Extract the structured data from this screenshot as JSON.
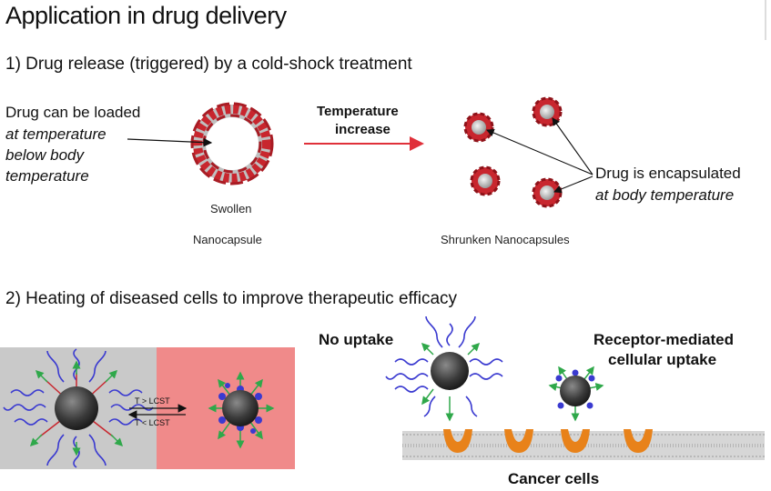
{
  "page_title": "Application in drug delivery",
  "section1": {
    "heading": "1) Drug release (triggered) by a cold-shock treatment",
    "left_note": {
      "line1": "Drug can be loaded",
      "line2": "at temperature",
      "line3": "below body",
      "line4": "temperature"
    },
    "arrow_label": {
      "line1": "Temperature",
      "line2": "increase"
    },
    "swollen_label": {
      "line1": "Swollen",
      "line2": "Nanocapsule"
    },
    "right_note": {
      "line1": "Drug is encapsulated",
      "line2": "at body temperature"
    },
    "shrunken_label": "Shrunken Nanocapsules"
  },
  "section2": {
    "heading": "2) Heating of diseased cells to improve therapeutic efficacy",
    "transition": {
      "forward": "T > LCST",
      "backward": "T < LCST"
    },
    "no_uptake": "No uptake",
    "receptor_label": {
      "line1": "Receptor-mediated",
      "line2": "cellular uptake"
    },
    "cancer_cells": "Cancer cells"
  },
  "colors": {
    "capsule_red": "#c8262e",
    "arrow_red": "#e0303a",
    "panel_gray": "#c9c9c9",
    "panel_pink": "#f08a8a",
    "polymer_blue": "#3a3ad0",
    "spike_green": "#2fa84a",
    "receptor_orange": "#e8821a"
  }
}
